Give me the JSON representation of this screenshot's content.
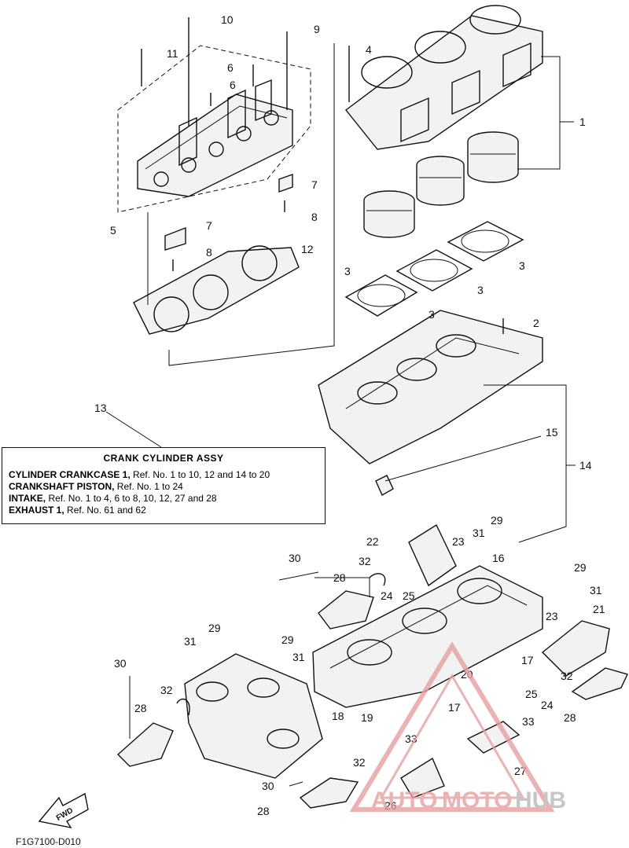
{
  "callouts": [
    "1",
    "2",
    "3",
    "3",
    "3",
    "3",
    "4",
    "5",
    "6",
    "6",
    "7",
    "7",
    "8",
    "8",
    "9",
    "10",
    "11",
    "12",
    "13",
    "14",
    "15",
    "16",
    "17",
    "17",
    "18",
    "19",
    "20",
    "21",
    "22",
    "23",
    "23",
    "24",
    "24",
    "25",
    "25",
    "26",
    "27",
    "28",
    "28",
    "28",
    "28",
    "29",
    "29",
    "29",
    "29",
    "30",
    "30",
    "30",
    "31",
    "31",
    "31",
    "31",
    "32",
    "32",
    "32",
    "32",
    "33",
    "33"
  ],
  "legend": {
    "title": "CRANK  CYLINDER ASSY",
    "lines": [
      {
        "name": "CYLINDER CRANKCASE 1,",
        "ref": "Ref. No. 1 to 10, 12  and 14 to 20"
      },
      {
        "name": "CRANKSHAFT PISTON,",
        "ref": "Ref. No. 1 to 24"
      },
      {
        "name": "INTAKE,",
        "ref": "Ref. No. 1 to 4, 6 to 8, 10, 12, 27 and 28"
      },
      {
        "name": "EXHAUST 1,",
        "ref": "Ref. No. 61 and 62"
      }
    ]
  },
  "fwd_label": "FWD",
  "drawing_code": "F1G7100-D010",
  "watermark": {
    "part1": "AUTO",
    "part2": "MOTO",
    "part3": "HUB",
    "color_primary": "#e8a0a0",
    "color_secondary": "#c8c8c8"
  }
}
